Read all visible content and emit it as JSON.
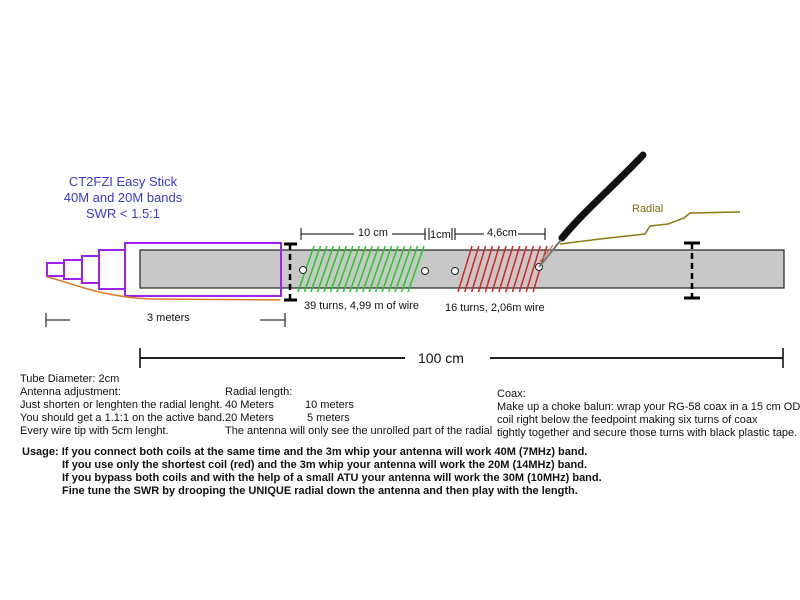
{
  "title": {
    "line1": "CT2FZI Easy Stick",
    "line2": "40M and 20M bands",
    "line3": "SWR < 1.5:1"
  },
  "labels": {
    "radial": "Radial",
    "coil1_length": "10 cm",
    "gap": "1cm",
    "coil2_length": "4,6cm",
    "coil1_turns": "39 turns, 4,99 m of wire",
    "coil2_turns": "16 turns, 2,06m wire",
    "whip_length": "3 meters",
    "total_length": "100 cm"
  },
  "tube_notes": {
    "line1": "Tube Diameter: 2cm",
    "line2": "Antenna adjustment:",
    "line3": "Just shorten or lenghten the radial lenght.",
    "line4": "You should get a 1.1:1 on the active band.",
    "line5": "Every wire tip with 5cm lenght."
  },
  "radial_length": {
    "header": "Radial length:",
    "row1_band": "40 Meters",
    "row1_len": "10 meters",
    "row2_band": "20 Meters",
    "row2_len": "5 meters",
    "note": "The antenna will only see the unrolled part of the radial"
  },
  "coax": {
    "header": "Coax:",
    "line1": "Make up a choke balun: wrap your RG-58 coax in a 15 cm OD",
    "line2": "coil right below the feedpoint making six turns of coax",
    "line3": "tightly together and secure those turns with black plastic tape."
  },
  "usage": {
    "line1": "Usage:  If you connect both coils at the same time and the 3m whip your antenna will work  40M (7MHz) band.",
    "line2": "If you use only the shortest coil (red) and the 3m whip your antenna will work the 20M (14MHz) band.",
    "line3": "If you bypass both coils and with the help of a small ATU your antenna will work the 30M (10MHz) band.",
    "line4": "Fine tune the SWR by drooping the UNIQUE radial down the antenna and then play with the length."
  },
  "colors": {
    "tube": "#c8c8c8",
    "whip": "#a020f0",
    "coil_40m": "#22cc22",
    "coil_20m": "#e02020",
    "radial_wire": "#8a7a10",
    "whip_wire": "#e07820",
    "title": "#3a3ad0"
  }
}
